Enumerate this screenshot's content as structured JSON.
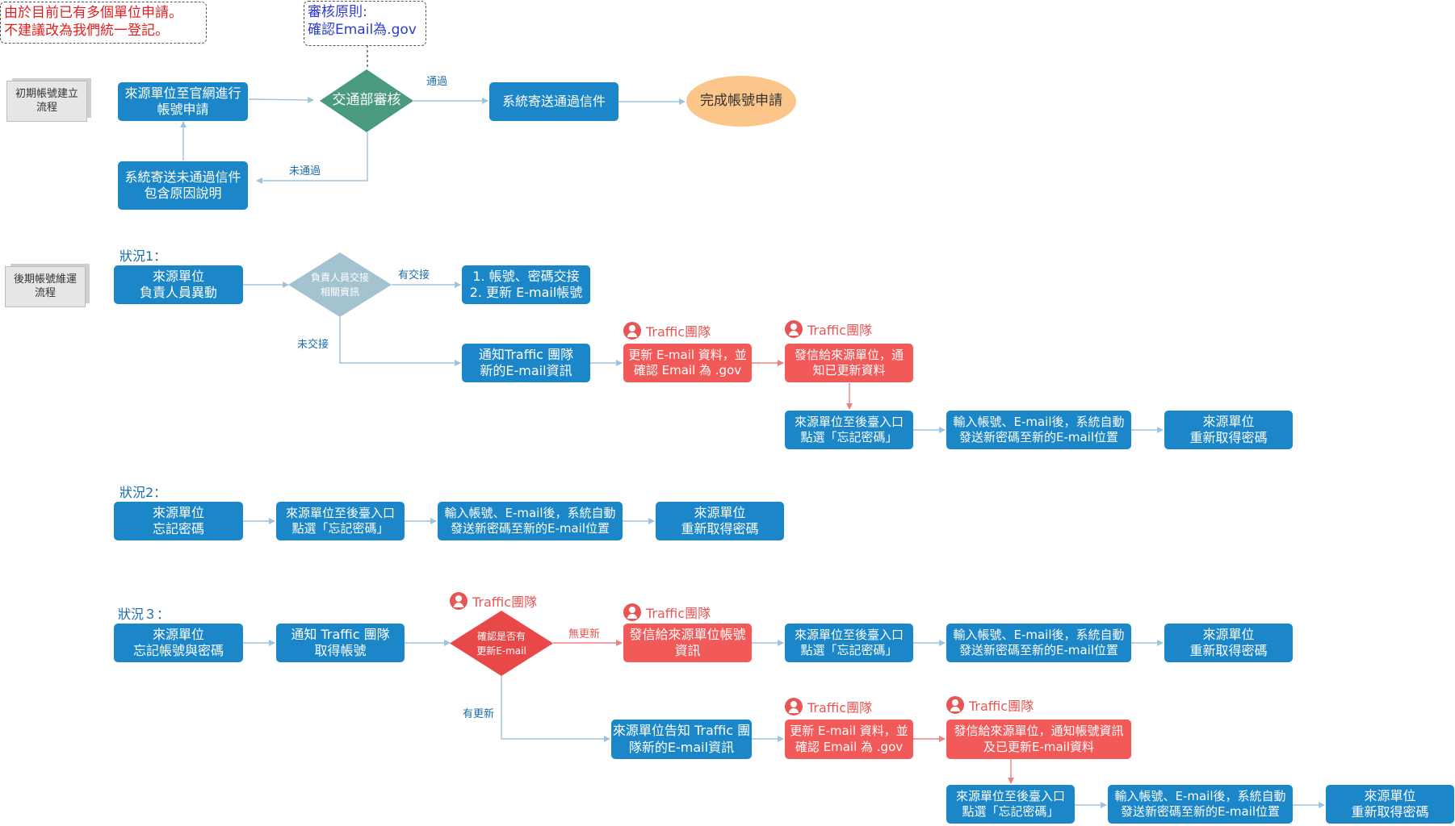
{
  "notes": {
    "left": "由於目前已有多個單位申請。\n不建議改為我們統一登記。",
    "review": "審核原則:\n確認Email為.gov"
  },
  "colors": {
    "blue": "#1b87c9",
    "red": "#f25a5a",
    "diamond_green": "#4a9a82",
    "diamond_grey": "#a3c3d1",
    "diamond_red": "#e84848",
    "oval": "#fcc58a",
    "label_blue": "#1b6ea8",
    "actor_red": "#e85555"
  },
  "icons": {
    "actor": "user-circle-icon"
  },
  "flow1": {
    "tag": "初期帳號建立\n流程",
    "apply": "來源單位至官網進行\n帳號申請",
    "review": "交通部審核",
    "pass_label": "通過",
    "fail_label": "未通過",
    "send_pass": "系統寄送通過信件",
    "done": "完成帳號申請",
    "send_fail": "系統寄送未通過信件\n包含原因說明"
  },
  "flow2": {
    "tag": "後期帳號維運\n流程",
    "situation": "狀況1：",
    "start": "來源單位\n負責人員異動",
    "decision": "負責人員交接\n相關資訊",
    "yes_label": "有交接",
    "no_label": "未交接",
    "handover": "1. 帳號、密碼交接\n2. 更新 E-mail帳號",
    "notify": "通知Traffic 團隊\n新的E-mail資訊",
    "actor1": "Traffic團隊",
    "actor2": "Traffic團隊",
    "update": "更新 E-mail 資料，並\n確認 Email 為 .gov",
    "send": "發信給來源單位，通\n知已更新資料",
    "forgot": "來源單位至後臺入口\n點選「忘記密碼」",
    "input": "輸入帳號、E-mail後，系統自動\n發送新密碼至新的E-mail位置",
    "reset": "來源單位\n重新取得密碼"
  },
  "flow3": {
    "situation": "狀況2：",
    "start": "來源單位\n忘記密碼",
    "forgot": "來源單位至後臺入口\n點選「忘記密碼」",
    "input": "輸入帳號、E-mail後，系統自動\n發送新密碼至新的E-mail位置",
    "reset": "來源單位\n重新取得密碼"
  },
  "flow4": {
    "situation": "狀況３：",
    "start": "來源單位\n忘記帳號與密碼",
    "notify": "通知 Traffic 團隊\n取得帳號",
    "decision": "確認是否有\n更新E-mail",
    "no_update_label": "無更新",
    "updated_label": "有更新",
    "actor_decision": "Traffic團隊",
    "actor_send": "Traffic團隊",
    "send_account": "發信給來源單位帳號\n資訊",
    "forgot": "來源單位至後臺入口\n點選「忘記密碼」",
    "input": "輸入帳號、E-mail後，系統自動\n發送新密碼至新的E-mail位置",
    "reset": "來源單位\n重新取得密碼",
    "inform": "來源單位告知 Traffic 團\n隊新的E-mail資訊",
    "actor_update": "Traffic團隊",
    "update": "更新 E-mail 資料，並\n確認 Email 為 .gov",
    "actor_notify": "Traffic團隊",
    "send_notify": "發信給來源單位，通知帳號資訊\n及已更新E-mail資料",
    "forgot2": "來源單位至後臺入口\n點選「忘記密碼」",
    "input2": "輸入帳號、E-mail後，系統自動\n發送新密碼至新的E-mail位置",
    "reset2": "來源單位\n重新取得密碼"
  }
}
